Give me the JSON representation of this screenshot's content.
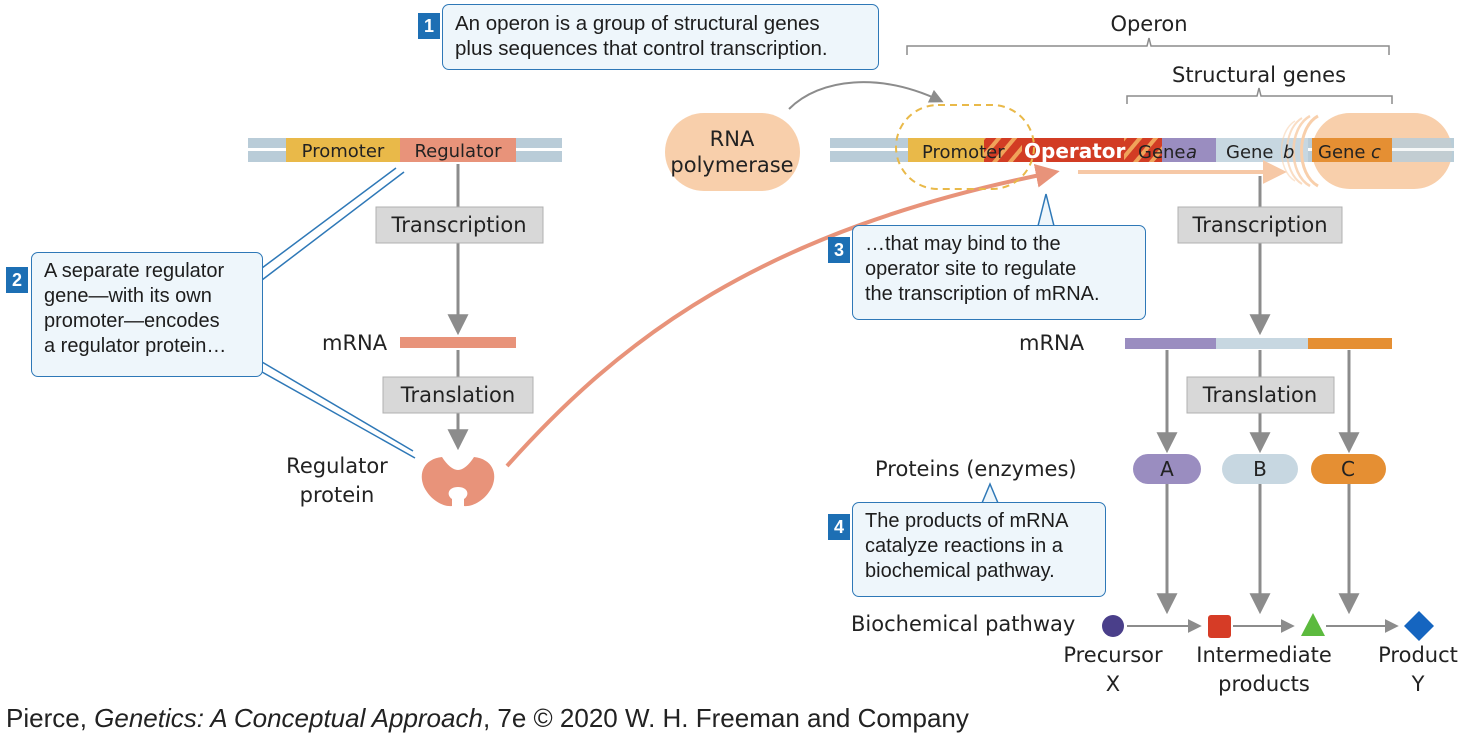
{
  "callouts": {
    "c1": {
      "num": "1",
      "line1": "An operon is a group of structural genes",
      "line2": "plus sequences that control transcription."
    },
    "c2": {
      "num": "2",
      "line1": "A separate regulator",
      "line2": "gene—with its own",
      "line3": "promoter—encodes",
      "line4": "a regulator protein…"
    },
    "c3": {
      "num": "3",
      "line1": "…that may bind to the",
      "line2": "operator site to regulate",
      "line3": "the transcription of mRNA."
    },
    "c4": {
      "num": "4",
      "line1": "The products of mRNA",
      "line2": "catalyze reactions in a",
      "line3": "biochemical pathway."
    }
  },
  "left": {
    "promoter": "Promoter",
    "regulator": "Regulator",
    "transcription": "Transcription",
    "mrna": "mRNA",
    "translation": "Translation",
    "protein_line1": "Regulator",
    "protein_line2": "protein"
  },
  "right": {
    "operon": "Operon",
    "structural_genes": "Structural genes",
    "rna_pol_line1": "RNA",
    "rna_pol_line2": "polymerase",
    "promoter": "Promoter",
    "operator": "Operator",
    "gene_word": "Gene",
    "gene_a": "a",
    "gene_b": "b",
    "gene_c": "c",
    "transcription": "Transcription",
    "mrna": "mRNA",
    "translation": "Translation",
    "proteins": "Proteins (enzymes)",
    "protein_a": "A",
    "protein_b": "B",
    "protein_c": "C",
    "pathway": "Biochemical pathway",
    "precursor_line1": "Precursor",
    "precursor_line2": "X",
    "intermediate_line1": "Intermediate",
    "intermediate_line2": "products",
    "product_line1": "Product",
    "product_line2": "Y"
  },
  "footer": {
    "author": "Pierce, ",
    "title": "Genetics: A Conceptual Approach",
    "rest": ", 7e © 2020 W. H. Freeman and Company"
  },
  "colors": {
    "dna": "#b9ccd8",
    "promoter": "#e9b949",
    "regulator": "#e8937a",
    "operator": "#d23c24",
    "gene_a": "#9a8dc0",
    "gene_b": "#c7d7e1",
    "gene_c": "#e58f33",
    "rna_polymerase": "#f8cfab",
    "callout_border": "#2e78b7",
    "precursor": "#4a3f8a",
    "intermediate": "#d63c26",
    "intermediate_2": "#5cba3e",
    "product": "#1565c0"
  }
}
